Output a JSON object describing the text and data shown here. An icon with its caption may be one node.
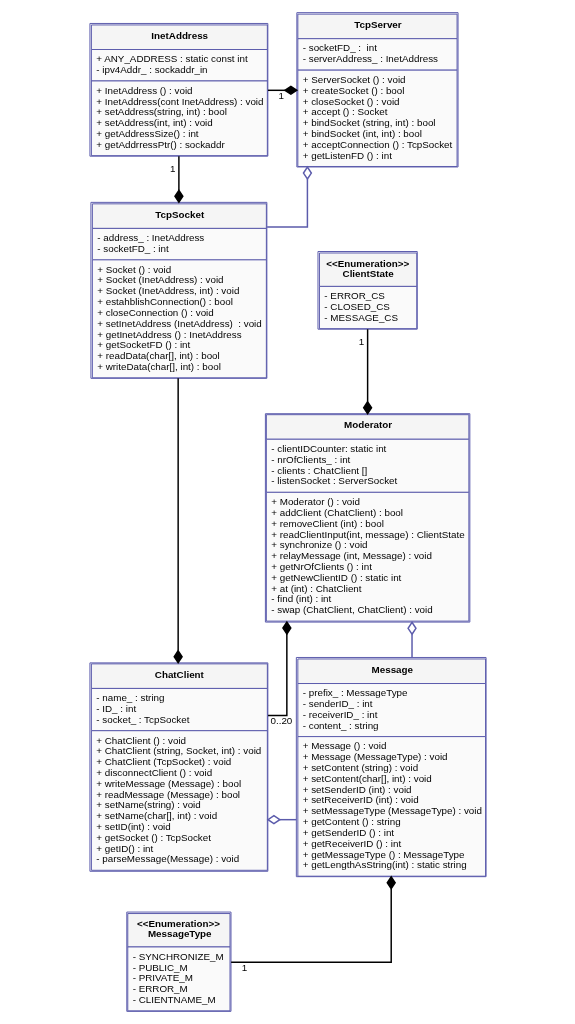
{
  "diagram": {
    "nodes": [
      {
        "text": [
          "InetAddress",
          "+ ANY_ADDRESS : static const int",
          "- ipv4Addr_ : sockaddr_in",
          "+ InetAddress () : void",
          "+ InetAddress(cont InetAddress) : void",
          "+ setAddress(string, int) : bool",
          "+ setAddress(int, int) : void",
          "+ getAddressSize() : int",
          "+ getAddrressPtr() : sockaddr"
        ]
      },
      {
        "text": [
          "TcpServer",
          "- socketFD_ :  int",
          "- serverAddress_ : InetAddress",
          "+ ServerSocket () : void",
          "+ createSocket () : bool",
          "+ closeSocket () : void",
          "+ accept () : Socket",
          "+ bindSocket (string, int) : bool",
          "+ bindSocket (int, int) : bool",
          "+ acceptConnection () : TcpSocket",
          "+ getListenFD () : int"
        ]
      },
      {
        "text": [
          "TcpSocket",
          "- address_ : InetAddress",
          "- socketFD_ : int",
          "+ Socket () : void",
          "+ Socket (InetAddress) : void",
          "+ Socket (InetAddress, int) : void",
          "+ estahblishConnection() : bool",
          "+ closeConnection () : void",
          "+ setInetAddress (InetAddress)  : void",
          "+ getInetAddress () : InetAddress",
          "+ getSocketFD () : int",
          "+ readData(char[], int) : bool",
          "+ writeData(char[], int) : bool"
        ]
      },
      {
        "text": [
          "<<Enumeration>>",
          "ClientState",
          "- ERROR_CS",
          "- CLOSED_CS",
          "- MESSAGE_CS"
        ]
      },
      {
        "text": [
          "Moderator",
          "- clientIDCounter: static int",
          "- nrOfClients_ : int",
          "- clients : ChatClient []",
          "- listenSocket : ServerSocket",
          "+ Moderator () : void",
          "+ addClient (ChatClient) : bool",
          "+ removeClient (int) : bool",
          "+ readClientInput(int, message) : ClientState",
          "+ synchronize () : void",
          "+ relayMessage (int, Message) : void",
          "+ getNrOfClients () : int",
          "+ getNewClientID () : static int",
          "+ at (int) : ChatClient",
          "- find (int) : int",
          "- swap (ChatClient, ChatClient) : void"
        ]
      },
      {
        "text": [
          "ChatClient",
          "- name_ : string",
          "- ID_ : int",
          "- socket_ : TcpSocket",
          "+ ChatClient () : void",
          "+ ChatClient (string, Socket, int) : void",
          "+ ChatClient (TcpSocket) : void",
          "+ disconnectClient () : void",
          "+ writeMessage (Message) : bool",
          "+ readMessage (Message) : bool",
          "+ setName(string) : void",
          "+ setName(char[], int) : void",
          "+ setID(int) : void",
          "+ getSocket () : TcpSocket",
          "+ getID() : int",
          "- parseMessage(Message) : void"
        ]
      },
      {
        "text": [
          "Message",
          "- prefix_ : MessageType",
          "- senderID_ : int",
          "- receiverID_ : int",
          "- content_ : string",
          "+ Message () : void",
          "+ Message (MessageType) : void",
          "+ setContent (string) : void",
          "+ setContent(char[], int) : void",
          "+ setSenderID (int) : void",
          "+ setReceiverID (int) : void",
          "+ setMessageType (MessageType) : void",
          "+ getContent () : string",
          "+ getSenderID () : int",
          "+ getReceiverID () : int",
          "+ getMessageType () : MessageType",
          "+ getLengthAsString(int) : static string"
        ]
      },
      {
        "text": [
          "<<Enumeration>>",
          "MessageType",
          "- SYNCHRONIZE_M",
          "- PUBLIC_M",
          "- PRIVATE_M",
          "- ERROR_M",
          "- CLIENTNAME_M"
        ]
      }
    ],
    "edges": [
      {
        "from": 0,
        "to": 1,
        "arrow": "other",
        "label": "1"
      },
      {
        "from": 0,
        "to": 2,
        "arrow": "other",
        "label": "1"
      },
      {
        "from": 2,
        "to": 1,
        "arrow": "other",
        "color": "#5b5bab"
      },
      {
        "from": 3,
        "to": 4,
        "arrow": "other",
        "label": "1"
      },
      {
        "from": 2,
        "to": 5,
        "arrow": "other"
      },
      {
        "from": 5,
        "to": 4,
        "arrow": "other",
        "label": "0..20"
      },
      {
        "from": 6,
        "to": 4,
        "arrow": "other",
        "color": "#5b5bab"
      },
      {
        "from": 6,
        "to": 5,
        "arrow": "other",
        "color": "#5b5bab"
      },
      {
        "from": 7,
        "to": 6,
        "arrow": "other",
        "label": "1"
      }
    ]
  }
}
